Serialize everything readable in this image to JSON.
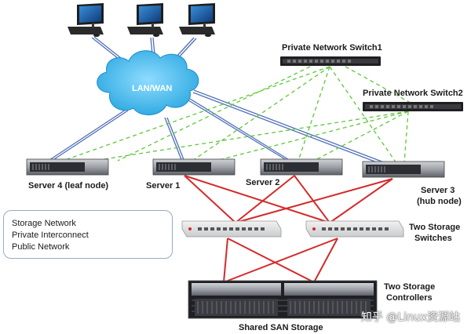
{
  "cloud_label": "LAN/WAN",
  "switches": {
    "private1": "Private Network Switch1",
    "private2": "Private Network Switch2"
  },
  "servers": {
    "server4": "Server 4 (leaf node)",
    "server1": "Server 1",
    "server2": "Server 2",
    "server3_line1": "Server 3",
    "server3_line2": "(hub node)"
  },
  "storage_switches": {
    "line1": "Two Storage",
    "line2": "Switches"
  },
  "storage_controllers": {
    "line1": "Two Storage",
    "line2": "Controllers"
  },
  "san_label": "Shared SAN Storage",
  "legend": {
    "storage": "Storage Network",
    "private": "Private Interconnect",
    "public": "Public Network"
  },
  "colors": {
    "storage": "#d42a2a",
    "private": "#5ec83a",
    "public": "#4f6fb6",
    "cloud": "#57c3ee"
  },
  "watermark": "知乎 @Linux资源站"
}
